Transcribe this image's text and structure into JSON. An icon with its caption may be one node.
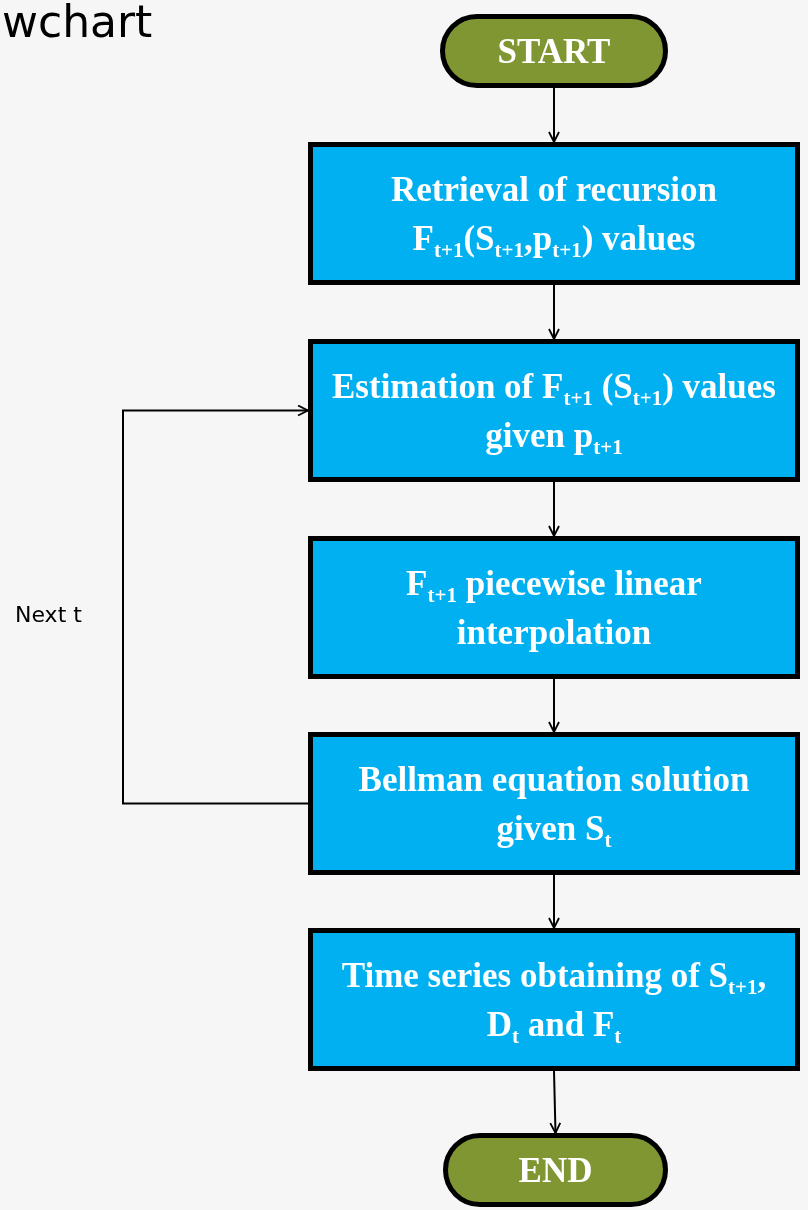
{
  "diagram": {
    "title": "wchart",
    "nodes": [
      {
        "text": [
          "START"
        ]
      },
      {
        "text": [
          "Retrieval of recursion F$_{t+1}$(S$_{t+1}$,p$_{t+1}$) values"
        ]
      },
      {
        "text": [
          "Estimation of F$_{t+1}$ (S$_{t+1}$) values given p$_{t+1}$"
        ]
      },
      {
        "text": [
          "F$_{t+1}$ piecewise linear interpolation"
        ]
      },
      {
        "text": [
          "Bellman equation solution given S$_{t}$"
        ]
      },
      {
        "text": [
          "Time series obtaining of S$_{t+1}$, D$_{t}$ and F$_{t}$"
        ]
      },
      {
        "text": [
          "END"
        ]
      }
    ],
    "edges": [
      {
        "from": 0,
        "to": 1,
        "arrow": "to"
      },
      {
        "from": 1,
        "to": 2,
        "arrow": "to"
      },
      {
        "from": 2,
        "to": 3,
        "arrow": "to"
      },
      {
        "from": 3,
        "to": 4,
        "arrow": "to"
      },
      {
        "from": 4,
        "to": 2,
        "arrow": "to",
        "label": "Next t"
      },
      {
        "from": 4,
        "to": 5,
        "arrow": "to"
      },
      {
        "from": 5,
        "to": 6,
        "arrow": "to"
      }
    ]
  }
}
